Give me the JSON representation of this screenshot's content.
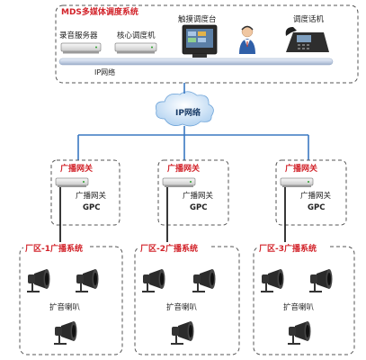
{
  "top_system": {
    "title": "MDS多媒体调度系统",
    "recorder_label": "录音服务器",
    "core_label": "核心调度机",
    "touch_label": "触摸调度台",
    "phone_label": "调度话机",
    "ip_label": "IP网络"
  },
  "cloud_label": "IP网络",
  "gateways": [
    {
      "title": "广播网关",
      "device_name": "广播网关",
      "device_model": "GPC"
    },
    {
      "title": "广播网关",
      "device_name": "广播网关",
      "device_model": "GPC"
    },
    {
      "title": "广播网关",
      "device_name": "广播网关",
      "device_model": "GPC"
    }
  ],
  "zones": [
    {
      "title": "厂区-1广播系统",
      "speaker_label": "扩音喇叭"
    },
    {
      "title": "厂区-2广播系统",
      "speaker_label": "扩音喇叭"
    },
    {
      "title": "厂区-3广播系统",
      "speaker_label": "扩音喇叭"
    }
  ],
  "colors": {
    "title_red": "#d2232a",
    "line_blue": "#3a78c2",
    "dash": "#555555"
  }
}
